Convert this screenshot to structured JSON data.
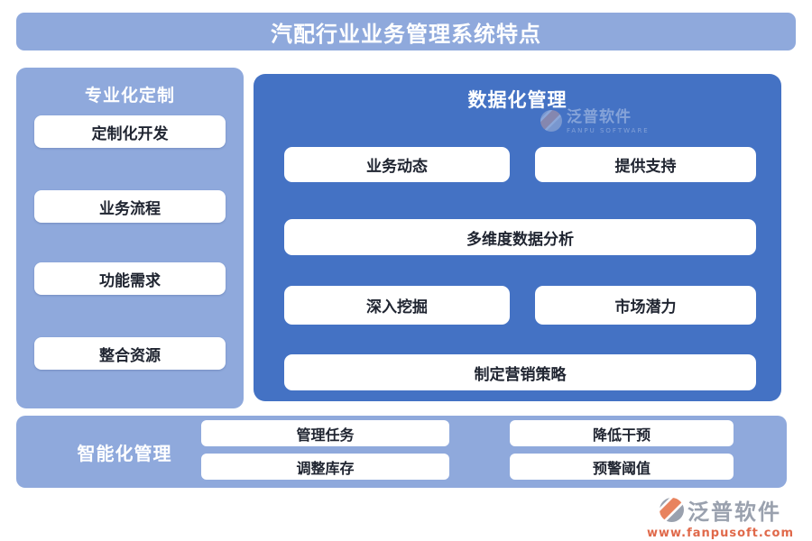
{
  "colors": {
    "light_blue": "#8FA9DC",
    "dark_blue": "#4472C4",
    "button_bg": "#ffffff",
    "button_text": "#1F2430",
    "brand_gray": "#9AA1AE",
    "brand_orange": "#E0694A"
  },
  "banner": {
    "title": "汽配行业业务管理系统特点"
  },
  "sidebar": {
    "title": "专业化定制",
    "items": [
      "定制化开发",
      "业务流程",
      "功能需求",
      "整合资源"
    ]
  },
  "main_panel": {
    "title": "数据化管理",
    "watermark": {
      "brand": "泛普软件",
      "subtitle": "FANPU SOFTWARE"
    },
    "buttons": [
      "业务动态",
      "提供支持",
      "多维度数据分析",
      "深入挖掘",
      "市场潜力",
      "制定营销策略"
    ]
  },
  "bottom_bar": {
    "title": "智能化管理",
    "buttons": [
      "管理任务",
      "降低干预",
      "调整库存",
      "预警阈值"
    ]
  },
  "footer": {
    "brand": "泛普软件",
    "url": "www.fanpusoft.com"
  }
}
